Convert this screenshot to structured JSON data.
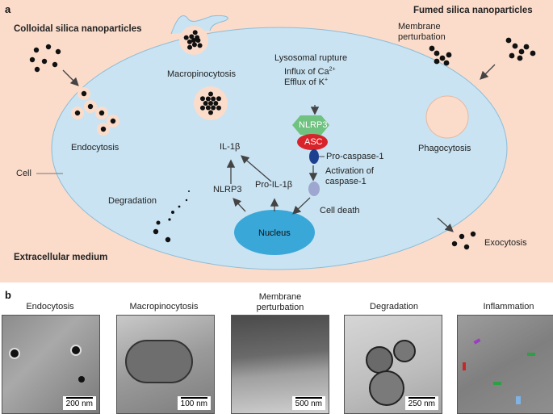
{
  "panel_a": {
    "letter": "a",
    "colloidal": "Colloidal silica nanoparticles",
    "fumed": "Fumed silica nanoparticles",
    "membrane_perturbation": [
      "Membrane",
      "perturbation"
    ],
    "macropinocytosis": "Macropinocytosis",
    "lysosomal_rupture": "Lysosomal rupture",
    "influx_ca": "Influx of Ca",
    "ca_sup": "2+",
    "efflux_k": "Efflux of K",
    "k_sup": "+",
    "nlrp3_box": "NLRP3",
    "asc": "ASC",
    "pro_caspase": "Pro-caspase-1",
    "activation": [
      "Activation of",
      "caspase-1"
    ],
    "endocytosis": "Endocytosis",
    "cell": "Cell",
    "il1b": "IL-1β",
    "nlrp3": "NLRP3",
    "pro_il1b": "Pro-IL-1β",
    "phagocytosis": "Phagocytosis",
    "degradation": "Degradation",
    "cell_death": "Cell death",
    "nucleus": "Nucleus",
    "exocytosis": "Exocytosis",
    "extracellular": "Extracellular medium"
  },
  "panel_b": {
    "letter": "b",
    "images": [
      {
        "label": [
          "Endocytosis"
        ],
        "scale": "200 nm"
      },
      {
        "label": [
          "Macropinocytosis"
        ],
        "scale": "100 nm"
      },
      {
        "label": [
          "Membrane",
          "perturbation"
        ],
        "scale": "500 nm"
      },
      {
        "label": [
          "Degradation"
        ],
        "scale": "250 nm"
      },
      {
        "label": [
          "Inflammation"
        ],
        "scale": ""
      }
    ]
  },
  "colors": {
    "background": "#fbdccb",
    "cell": "#c9e3f2",
    "nucleus": "#39a7d8",
    "nlrp3": "#6fc27f",
    "asc": "#d9232a",
    "pro_caspase": "#1d3f8f",
    "caspase_active": "#9ea7cf",
    "particle": "#111111"
  }
}
